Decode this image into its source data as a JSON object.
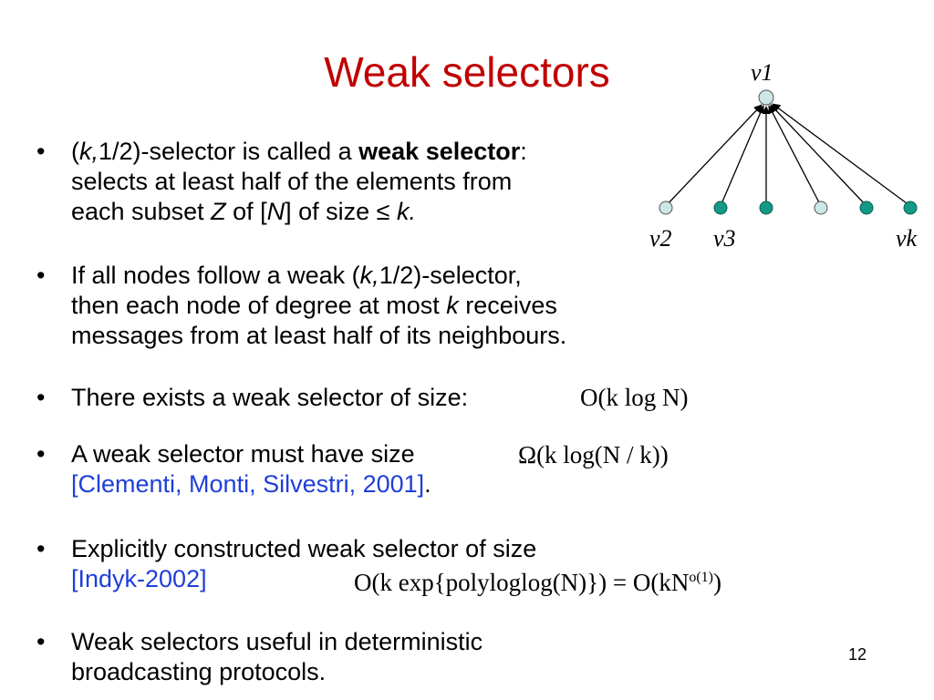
{
  "title": "Weak selectors",
  "bullet_symbol": "•",
  "bullets": [
    {
      "lines": [
        [
          "(",
          "k,",
          "1/2)-selector is called a ",
          "weak selector",
          ":"
        ],
        [
          "selects at least half of the elements from"
        ],
        [
          "each subset ",
          "Z",
          " of [",
          "N",
          "] of size ≤ ",
          "k."
        ]
      ]
    },
    {
      "lines": [
        [
          "If all nodes follow a weak (",
          "k,",
          "1/2)-selector,"
        ],
        [
          "then each node of degree at most ",
          "k",
          " receives"
        ],
        [
          "messages from at least half of its neighbours."
        ]
      ]
    },
    {
      "lines": [
        [
          "There exists a weak selector of size:"
        ]
      ]
    },
    {
      "lines": [
        [
          "A weak selector must have size"
        ],
        [
          "[Clementi, Monti, Silvestri, 2001]",
          "."
        ]
      ]
    },
    {
      "lines": [
        [
          "Explicitly constructed weak selector of size"
        ],
        [
          "[Indyk-2002]"
        ]
      ]
    },
    {
      "lines": [
        [
          "Weak selectors useful in deterministic"
        ],
        [
          "broadcasting protocols."
        ]
      ]
    }
  ],
  "formulas": {
    "f1": "O(k log N)",
    "f2": "Ω(k log(N / k))",
    "f3_left": "O(k exp{polyloglog(N)}) = O(kN",
    "f3_sup": "o(1)",
    "f3_right": ")"
  },
  "graph": {
    "top_label": "v1",
    "bottom_labels": [
      "v2",
      "v3",
      "vk"
    ],
    "colors": {
      "light_node": "#cde6e6",
      "dark_node": "#139985",
      "edge": "#000000"
    }
  },
  "page_number": "12",
  "colors": {
    "title": "#c00000",
    "citation": "#1f3fd6"
  }
}
